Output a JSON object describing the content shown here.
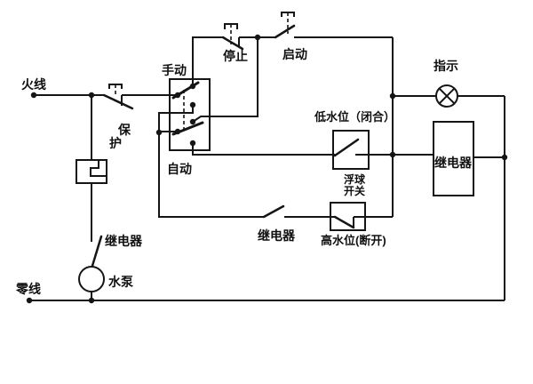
{
  "colors": {
    "wire": "#151515",
    "selector_box": "#3fcc3f",
    "sensor_box": "#a5dfa5",
    "text": "#101010",
    "background": "#ffffff"
  },
  "power": {
    "live": "火线",
    "neutral": "零线"
  },
  "selector": {
    "manual": "手动",
    "auto": "自动"
  },
  "buttons": {
    "stop": "停止",
    "start": "启动"
  },
  "protection": {
    "char1": "保",
    "char2": "护"
  },
  "indicator": {
    "label": "指示"
  },
  "float_switch": {
    "low_level": "低水位（闭合）",
    "name1": "浮球",
    "name2": "开关",
    "high_level": "高水位(断开)"
  },
  "relay": {
    "coil_label": "继电器",
    "pump_contact_label": "继电器",
    "auto_contact_label": "继电器"
  },
  "pump": {
    "label": "水泵"
  }
}
